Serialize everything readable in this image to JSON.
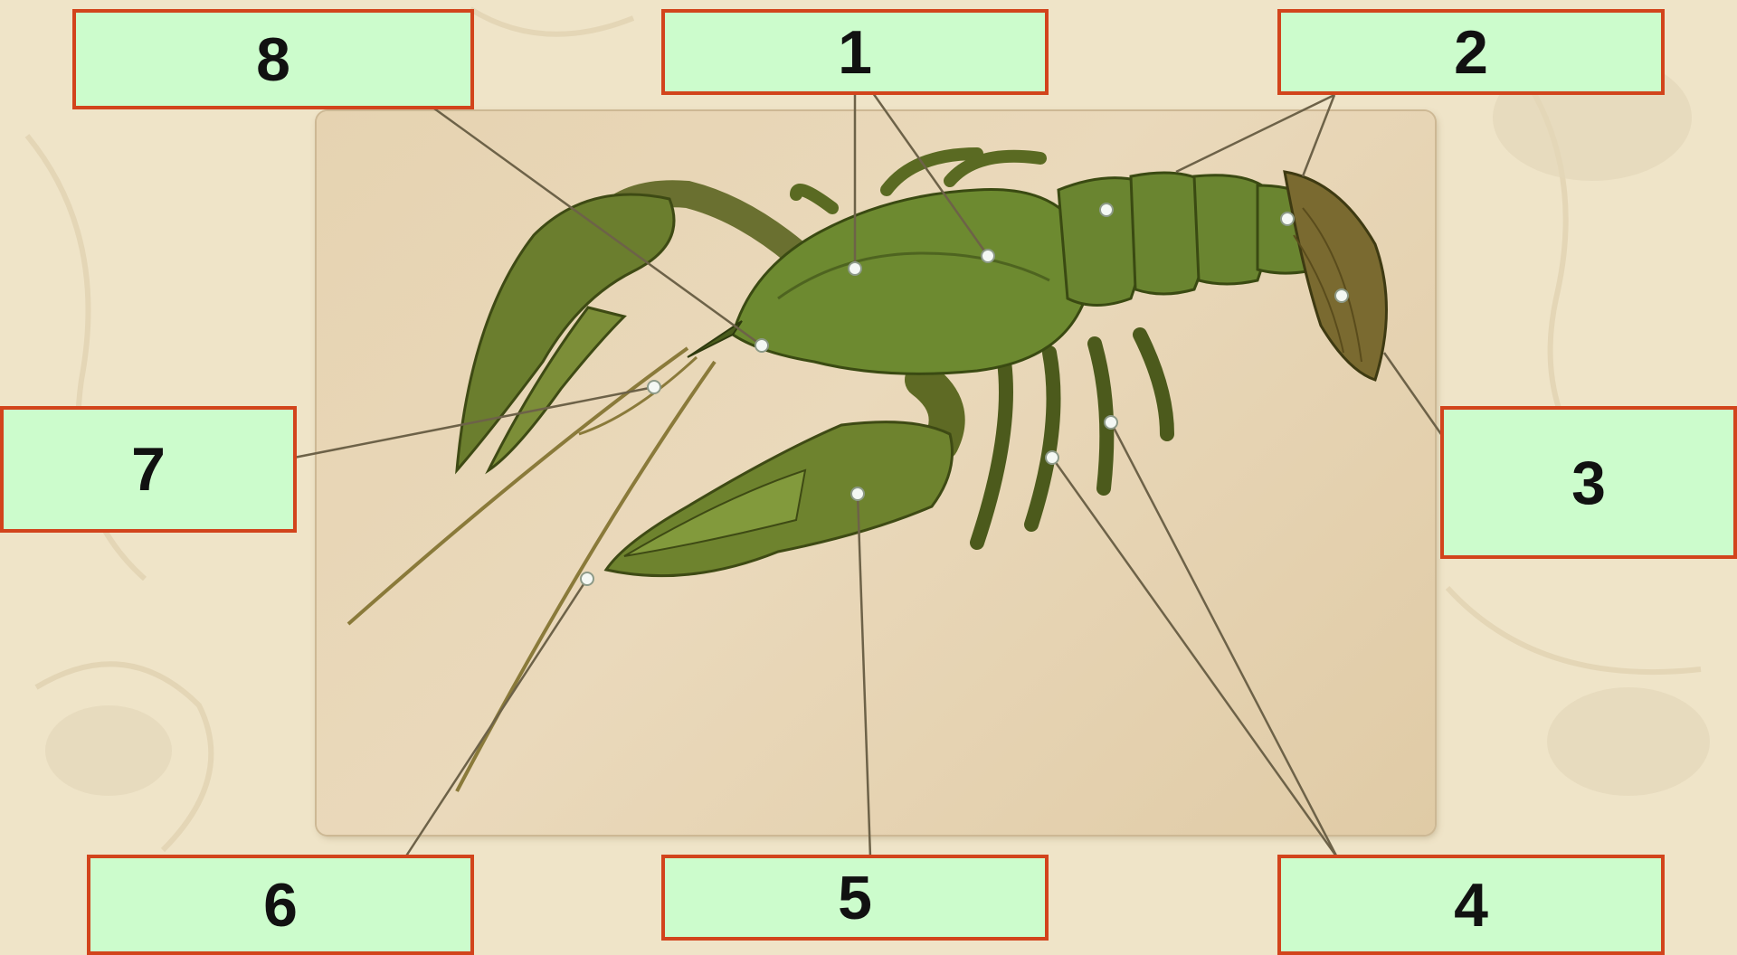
{
  "diagram": {
    "labels": [
      {
        "id": "label-1",
        "text": "1"
      },
      {
        "id": "label-2",
        "text": "2"
      },
      {
        "id": "label-3",
        "text": "3"
      },
      {
        "id": "label-4",
        "text": "4"
      },
      {
        "id": "label-5",
        "text": "5"
      },
      {
        "id": "label-6",
        "text": "6"
      },
      {
        "id": "label-7",
        "text": "7"
      },
      {
        "id": "label-8",
        "text": "8"
      }
    ]
  },
  "colors": {
    "box_fill": "#ccfccc",
    "box_border": "#d2441c",
    "leader_line": "#6d6248",
    "background": "#efe4c8"
  }
}
